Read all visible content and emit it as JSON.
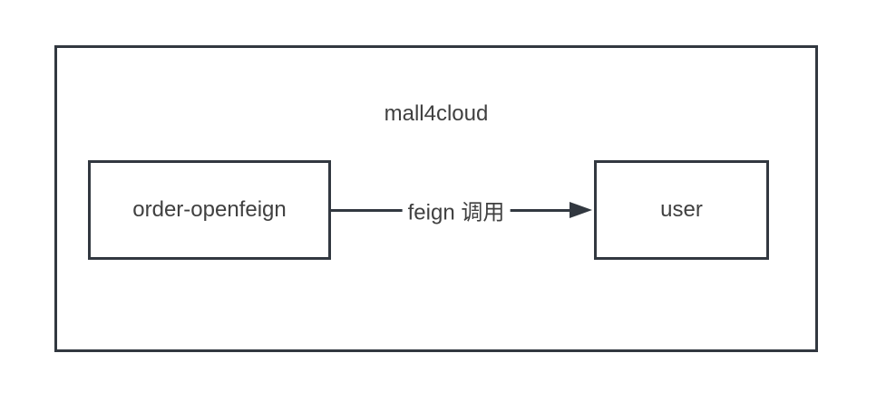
{
  "diagram": {
    "title": "mall4cloud",
    "nodes": [
      {
        "id": "order-openfeign",
        "label": "order-openfeign"
      },
      {
        "id": "user",
        "label": "user"
      }
    ],
    "edge": {
      "from": "order-openfeign",
      "to": "user",
      "label": "feign 调用",
      "arrow": "filled-triangle-right"
    },
    "colors": {
      "stroke": "#323840",
      "text": "#404040",
      "background": "#ffffff"
    }
  }
}
